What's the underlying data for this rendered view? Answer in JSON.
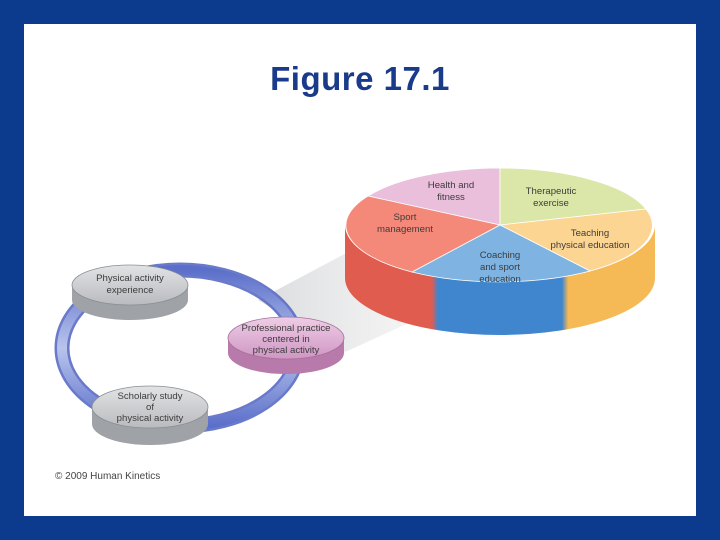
{
  "slide": {
    "title": "Figure 17.1",
    "copyright": "© 2009 Human Kinetics"
  },
  "cycle": {
    "physical_activity_experience": [
      "Physical activity",
      "experience"
    ],
    "professional_practice": [
      "Professional practice",
      "centered in",
      "physical activity"
    ],
    "scholarly_study": [
      "Scholarly study",
      "of",
      "physical activity"
    ]
  },
  "pie": {
    "health_fitness": [
      "Health and",
      "fitness"
    ],
    "therapeutic_exercise": [
      "Therapeutic",
      "exercise"
    ],
    "sport_management": [
      "Sport",
      "management"
    ],
    "teaching_pe": [
      "Teaching",
      "physical education"
    ],
    "coaching": [
      "Coaching",
      "and sport",
      "education"
    ]
  },
  "colors": {
    "background_frame": "#0c3a8c",
    "title": "#1a3a8a",
    "health_fitness": "#e9bfdc",
    "therapeutic_exercise": "#dbe7a8",
    "sport_management": "#f4897a",
    "teaching_pe": "#fdd592",
    "coaching": "#7fb3e2",
    "professional_practice_disk": "#d9a6cf",
    "gray_disk": "#c7c9cc",
    "ring": "#6e7fcf"
  }
}
